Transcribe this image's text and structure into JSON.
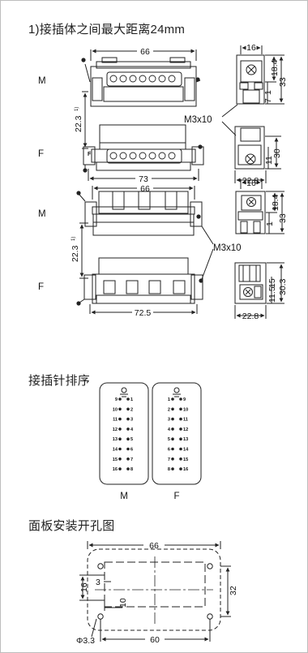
{
  "section1": {
    "title": "1)接插体之间最大距离24mm",
    "upper": {
      "label_m": "M",
      "label_f": "F",
      "f_small_mark": "F",
      "dim_top_width": "66",
      "dim_bottom_width": "73",
      "dim_gap": "22.3",
      "dim_gap_note": "1)",
      "side_width_top": "16",
      "side_h1": "18.4",
      "side_h2": "33",
      "side_small1": "1",
      "side_small2": "7",
      "side_h3": "30",
      "side_small3": "11",
      "side_width_bottom": "22.8",
      "screw_label": "M3x10"
    },
    "lower": {
      "label_m": "M",
      "label_f": "F",
      "dim_top_width": "66",
      "dim_bottom_width": "72.5",
      "dim_gap": "22.3",
      "dim_gap_note": "1)",
      "side_width_top": "16",
      "side_h1": "18.4",
      "side_h2": "33",
      "side_small1": "1",
      "side_h3": "30.3",
      "side_small2": "15",
      "side_small3": "11.5",
      "side_width_bottom": "22.8",
      "screw_label": "M3x10"
    }
  },
  "section2": {
    "title": "接插针排序",
    "plate_m_label": "M",
    "plate_f_label": "F",
    "m_rows": [
      [
        "9",
        "1"
      ],
      [
        "10",
        "2"
      ],
      [
        "11",
        "3"
      ],
      [
        "12",
        "4"
      ],
      [
        "13",
        "5"
      ],
      [
        "14",
        "6"
      ],
      [
        "15",
        "7"
      ],
      [
        "16",
        "8"
      ]
    ],
    "f_rows": [
      [
        "1",
        "9"
      ],
      [
        "2",
        "10"
      ],
      [
        "3",
        "11"
      ],
      [
        "4",
        "12"
      ],
      [
        "5",
        "13"
      ],
      [
        "6",
        "14"
      ],
      [
        "7",
        "15"
      ],
      [
        "8",
        "16"
      ]
    ]
  },
  "section3": {
    "title": "面板安装开孔图",
    "dim_outer_width": "66",
    "dim_inner_width": "60",
    "dim_height": "32",
    "dim_left_16": "16",
    "dim_left_3": "3",
    "dim_10": "10",
    "dim_hole": "Φ3.3"
  }
}
